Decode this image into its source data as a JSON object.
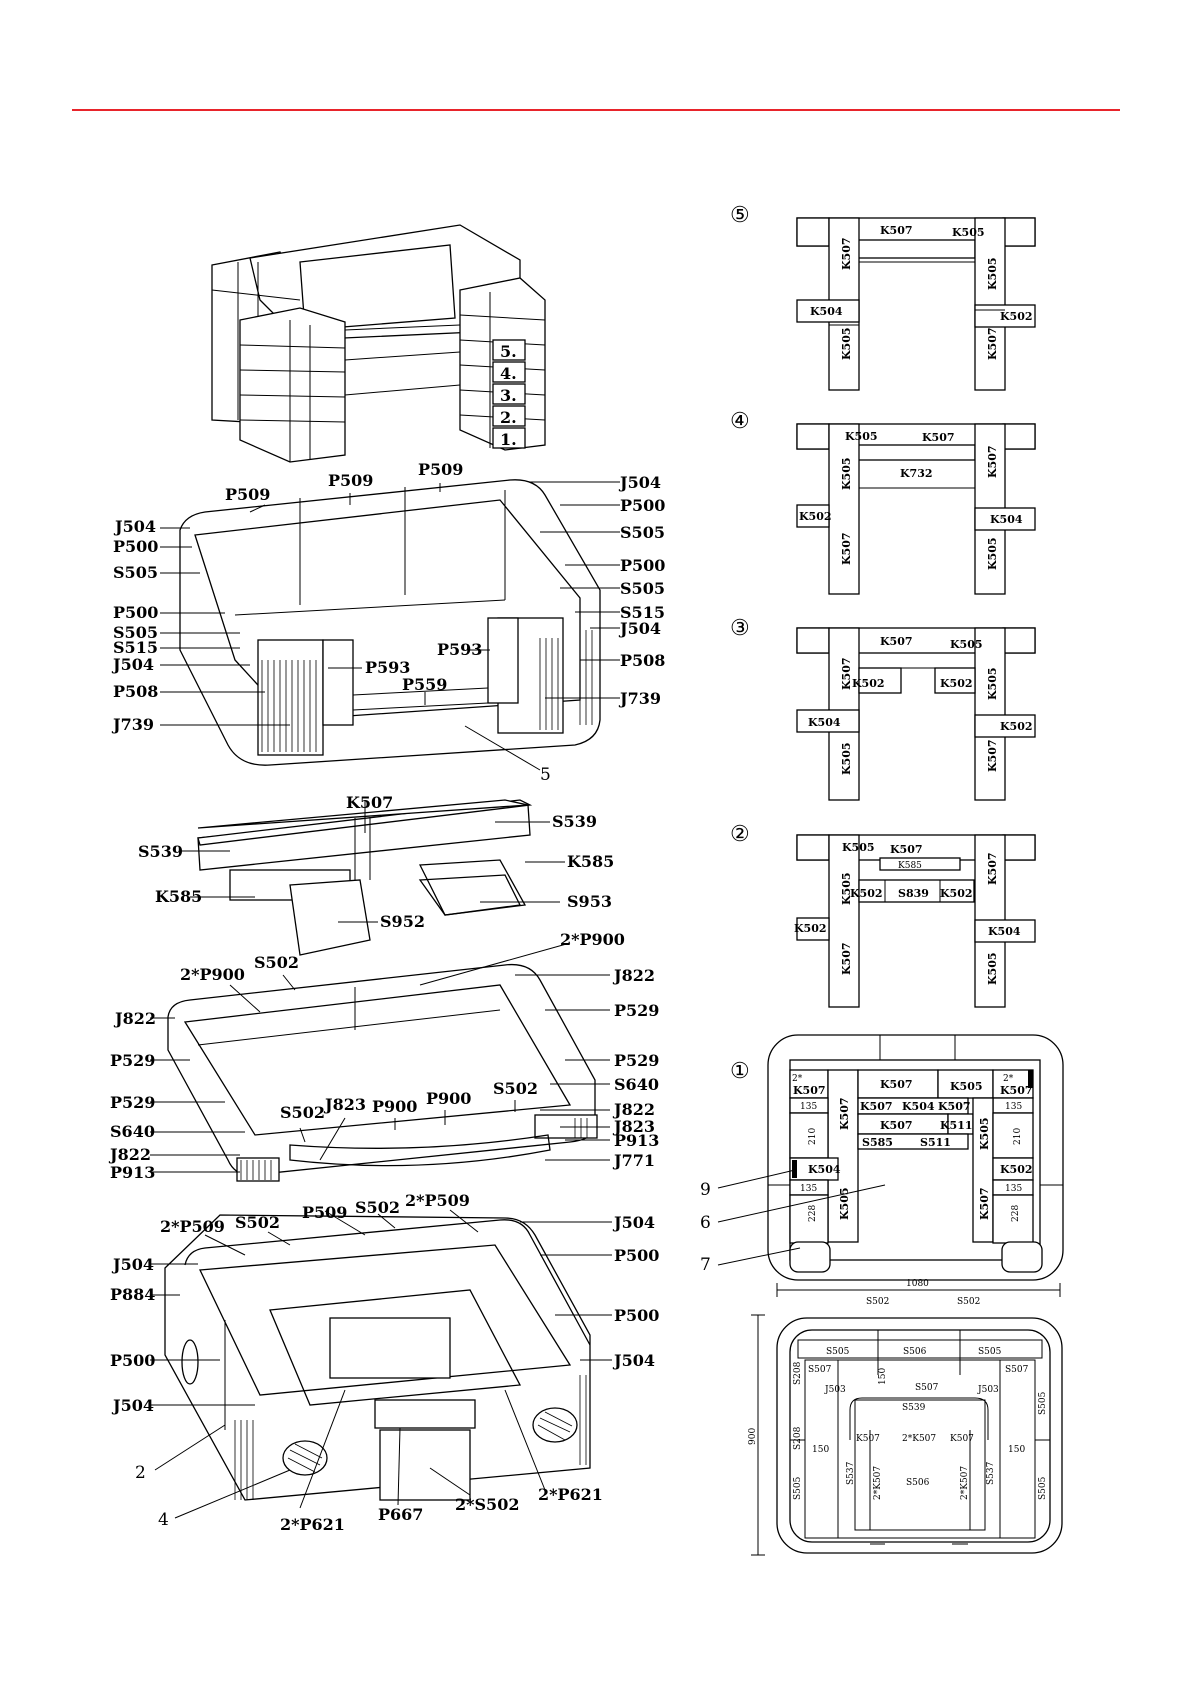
{
  "rule_color": "#e8242b",
  "top_model": {
    "course_labels": [
      "5.",
      "4.",
      "3.",
      "2.",
      "1."
    ]
  },
  "iso_layers": [
    {
      "id": "course-5",
      "labels": [
        "P509",
        "P509",
        "P509",
        "J504",
        "P500",
        "J504",
        "P500",
        "S505",
        "P500",
        "S505",
        "S505",
        "S515",
        "J504",
        "P508",
        "J739",
        "P500",
        "S505",
        "S515",
        "J504",
        "P508",
        "J739",
        "P593",
        "P593",
        "P559"
      ],
      "callout": "5"
    },
    {
      "id": "slab",
      "labels": [
        "K507",
        "S539",
        "S539",
        "K585",
        "K585",
        "S953",
        "S952"
      ]
    },
    {
      "id": "course-mid",
      "labels": [
        "2*P900",
        "S502",
        "2*P900",
        "J822",
        "J822",
        "P529",
        "P529",
        "P529",
        "S640",
        "P529",
        "S502",
        "J823",
        "P900",
        "P900",
        "S502",
        "J822",
        "J823",
        "P913",
        "S640",
        "J822",
        "P913",
        "J771"
      ]
    },
    {
      "id": "course-base",
      "labels": [
        "2*P509",
        "S502",
        "P509",
        "S502",
        "2*P509",
        "J504",
        "J504",
        "P500",
        "P884",
        "P500",
        "P500",
        "J504",
        "J504",
        "2*P621",
        "P667",
        "2*S502",
        "2*P621"
      ],
      "callouts": [
        "2",
        "4"
      ]
    }
  ],
  "plans": [
    {
      "step": "⑤",
      "labels": [
        "K507",
        "K505",
        "K507",
        "K505",
        "K504",
        "K502",
        "K505",
        "K507"
      ]
    },
    {
      "step": "④",
      "labels": [
        "K505",
        "K507",
        "K505",
        "K732",
        "K507",
        "K502",
        "K504",
        "K507",
        "K505"
      ]
    },
    {
      "step": "③",
      "labels": [
        "K507",
        "K505",
        "K507",
        "K502",
        "K502",
        "K505",
        "K504",
        "K502",
        "K505",
        "K507"
      ]
    },
    {
      "step": "②",
      "labels": [
        "K505",
        "K507",
        "K585",
        "K502",
        "S839",
        "K502",
        "K505",
        "K507",
        "K502",
        "K504",
        "K507",
        "K505"
      ]
    },
    {
      "step": "①",
      "labels": [
        "2*",
        "K507",
        "K507",
        "K505",
        "2*",
        "K507",
        "135",
        "K507",
        "K504",
        "K507",
        "135",
        "210",
        "K507",
        "K507",
        "K511",
        "K505",
        "210",
        "S585",
        "S511",
        "K504",
        "K502",
        "135",
        "135",
        "228",
        "K505",
        "K507",
        "228"
      ],
      "callouts": [
        "9",
        "6",
        "7"
      ]
    }
  ],
  "bottom_plan": {
    "dim_width": "1080",
    "dim_height": "900",
    "labels": [
      "S502",
      "S502",
      "S505",
      "S506",
      "S505",
      "S208",
      "S507",
      "S507",
      "150",
      "S507",
      "J503",
      "J503",
      "S539",
      "S505",
      "S208",
      "K507",
      "2*K507",
      "K507",
      "150",
      "150",
      "S537",
      "2*K507",
      "S506",
      "2*K507",
      "S537",
      "S505",
      "S505"
    ]
  }
}
